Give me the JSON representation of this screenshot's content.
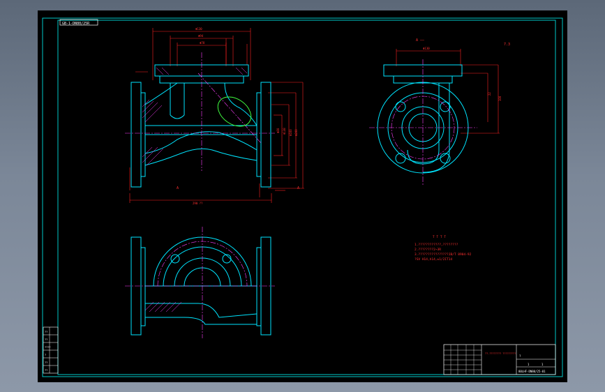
{
  "drawing": {
    "title_tag": "GB-1-DN80/25R",
    "view_label": "A  ——",
    "roughness_label": "7.3",
    "colors": {
      "background": "#000000",
      "outline": "#00e5ff",
      "dimension": "#ff2020",
      "centerline": "#ff40ff",
      "frame": "#00c8c8",
      "highlight": "#40ff40",
      "text": "#ff3030",
      "white": "#ffffff"
    },
    "notes": {
      "heading": "T T T T",
      "lines": [
        "1.????????????,????????",
        "2.????????2~3R",
        "3.????????????????JB/T 8904-92",
        "  ?SV  H14,h14,±1/2IT14"
      ]
    },
    "dims_front": {
      "top_width": "Φ130",
      "top_inner": "Φ94",
      "top_bore": "Φ78",
      "overall_length": "290 ??",
      "right_d1": "Φ200",
      "right_d2": "Φ160",
      "right_d3": "Φ138",
      "right_d4": "Φ80"
    },
    "dims_side": {
      "top_width": "Φ130",
      "height_1": "100",
      "height_2": "22"
    },
    "section_mark": "A",
    "title_block": {
      "part_name": "??-???????? ?????????",
      "drawing_no": "80LHF-DN80/25-01",
      "scale": "1",
      "sheet": "1",
      "material": "?"
    },
    "left_strip": [
      "??",
      "??",
      "????",
      "?",
      "??",
      "??"
    ]
  }
}
